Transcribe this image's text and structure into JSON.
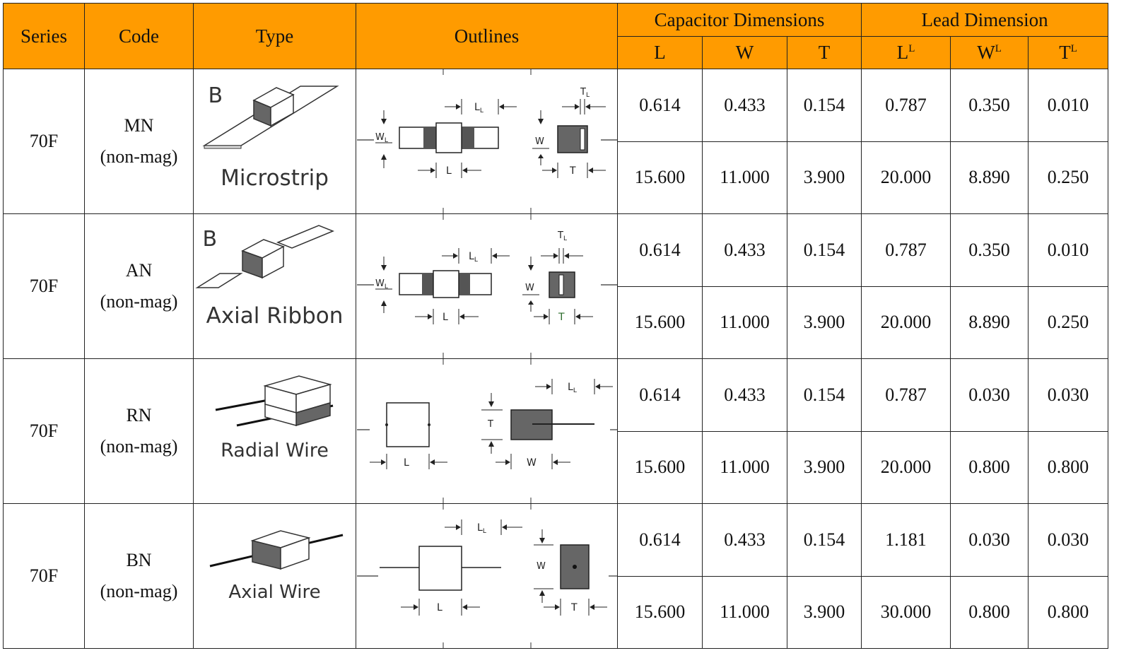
{
  "headers": {
    "series": "Series",
    "code": "Code",
    "type": "Type",
    "outlines": "Outlines",
    "capacitor_dimensions": "Capacitor Dimensions",
    "lead_dimension": "Lead Dimension",
    "cap_cols": [
      "L",
      "W",
      "T"
    ],
    "lead_cols": [
      {
        "base": "L",
        "sub": "L"
      },
      {
        "base": "W",
        "sub": "L"
      },
      {
        "base": "T",
        "sub": "L"
      }
    ]
  },
  "rows": [
    {
      "series": "70F",
      "code": "MN",
      "code_sub": "(non-mag)",
      "type_letter": "B",
      "type_label": "Microstrip",
      "values_1": [
        "0.614",
        "0.433",
        "0.154",
        "0.787",
        "0.350",
        "0.010"
      ],
      "values_2": [
        "15.600",
        "11.000",
        "3.900",
        "20.000",
        "8.890",
        "0.250"
      ]
    },
    {
      "series": "70F",
      "code": "AN",
      "code_sub": "(non-mag)",
      "type_letter": "B",
      "type_label": "Axial Ribbon",
      "values_1": [
        "0.614",
        "0.433",
        "0.154",
        "0.787",
        "0.350",
        "0.010"
      ],
      "values_2": [
        "15.600",
        "11.000",
        "3.900",
        "20.000",
        "8.890",
        "0.250"
      ]
    },
    {
      "series": "70F",
      "code": "RN",
      "code_sub": "(non-mag)",
      "type_letter": "",
      "type_label": "Radial Wire",
      "values_1": [
        "0.614",
        "0.433",
        "0.154",
        "0.787",
        "0.030",
        "0.030"
      ],
      "values_2": [
        "15.600",
        "11.000",
        "3.900",
        "20.000",
        "0.800",
        "0.800"
      ]
    },
    {
      "series": "70F",
      "code": "BN",
      "code_sub": "(non-mag)",
      "type_letter": "",
      "type_label": "Axial Wire",
      "values_1": [
        "0.614",
        "0.433",
        "0.154",
        "1.181",
        "0.030",
        "0.030"
      ],
      "values_2": [
        "15.600",
        "11.000",
        "3.900",
        "30.000",
        "0.800",
        "0.800"
      ]
    }
  ],
  "outline_labels": {
    "wl": {
      "base": "W",
      "sub": "L"
    },
    "ll": {
      "base": "L",
      "sub": "L"
    },
    "tl": {
      "base": "T",
      "sub": "L"
    },
    "l": "L",
    "w": "W",
    "t": "T"
  },
  "colors": {
    "header_bg": "#FF9B00",
    "border": "#222222",
    "component_dark": "#6E6E6E"
  }
}
